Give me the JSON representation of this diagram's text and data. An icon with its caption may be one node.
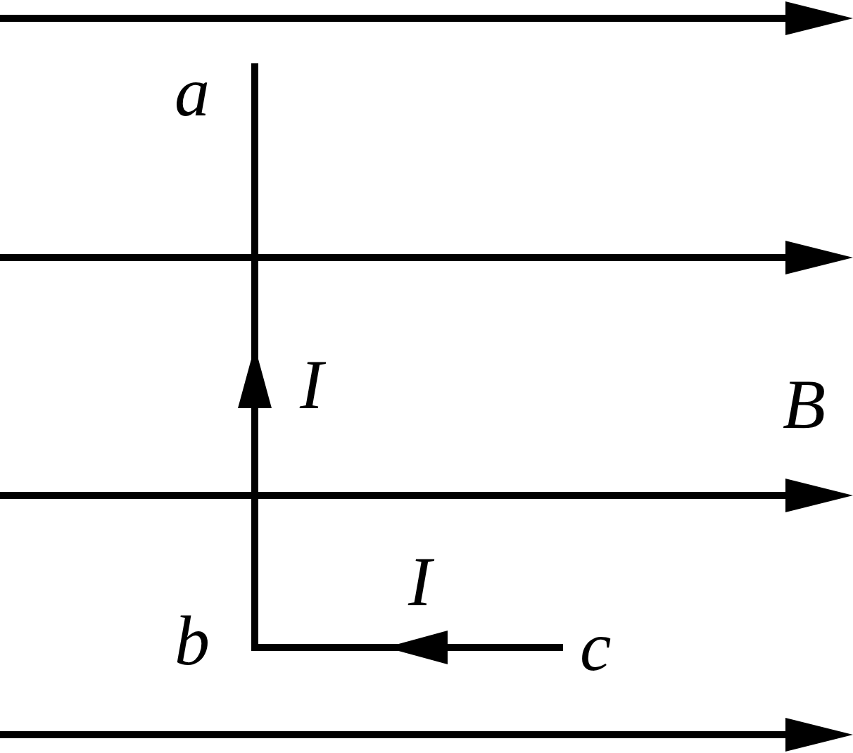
{
  "diagram": {
    "labels": [
      "a",
      "I",
      "B",
      "I",
      "b",
      "c"
    ]
  }
}
